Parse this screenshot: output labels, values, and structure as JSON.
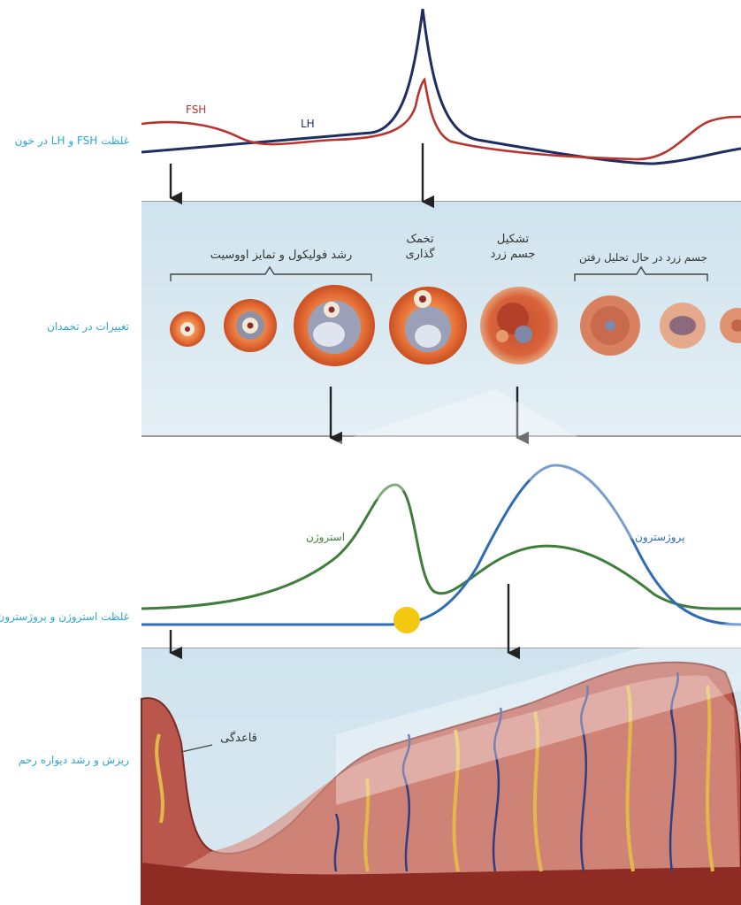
{
  "rows": {
    "hormones_blood": "غلظت FSH و LH در خون",
    "ovary_changes": "تغییرات در تخمدان",
    "estrogen_progesterone": "غلظت استروژن و پروژسترون",
    "uterine_wall": "ریزش و رشد دیواره رحم"
  },
  "curves": {
    "fsh": "FSH",
    "lh": "LH",
    "estrogen": "استروژن",
    "progesterone": "پروژسترون"
  },
  "ovary_stages": {
    "follicle_growth": "رشد فولیکول و تمایز اووسیت",
    "ovulation_line1": "تخمک",
    "ovulation_line2": "گذاری",
    "corpus_luteum_line1": "تشکیل",
    "corpus_luteum_line2": "جسم زرد",
    "corpus_regress": "جسم زرد در حال تحلیل رفتن"
  },
  "uterus": {
    "basal_layer": "قاعدگی"
  },
  "colors": {
    "label_blue": "#2aa6d6",
    "fsh_red": "#b8332e",
    "lh_navy": "#1f2d63",
    "estrogen_green": "#3f7d3a",
    "progesterone_blue": "#2f6bb6",
    "ovulation_marker": "#f2c811"
  }
}
